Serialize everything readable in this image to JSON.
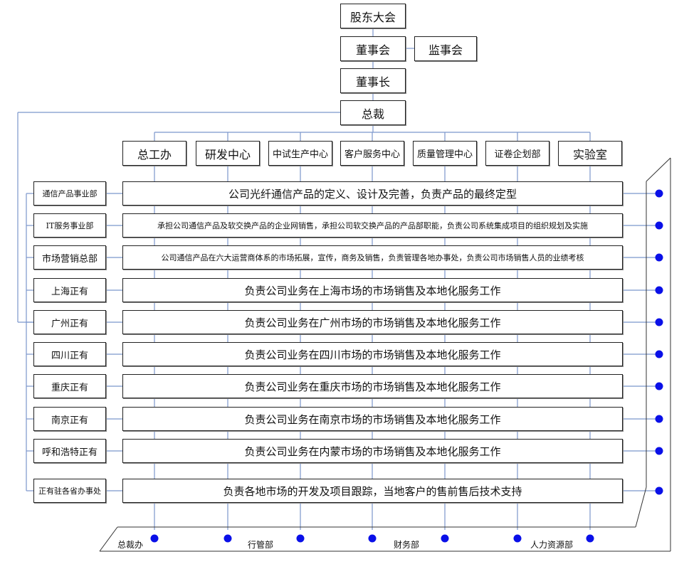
{
  "top": {
    "shareholders": "股东大会",
    "board": "董事会",
    "supervisors": "监事会",
    "chairman": "董事长",
    "president": "总裁"
  },
  "centers": [
    "总工办",
    "研发中心",
    "中试生产中心",
    "客户服务中心",
    "质量管理中心",
    "证卷企划部",
    "实验室"
  ],
  "rows": [
    {
      "unit": "通信产品事业部",
      "duty": "公司光纤通信产品的定义、设计及完善，负责产品的最终定型"
    },
    {
      "unit": "IT服务事业部",
      "duty": "承担公司通信产品及软交换产品的企业网销售，承担公司软交换产品的产品部职能，负责公司系统集成项目的组织规划及实施"
    },
    {
      "unit": "市场营销总部",
      "duty": "公司通信产品在六大运营商体系的市场拓展，宣传，商务及销售，负责管理各地办事处，负责公司市场销售人员的业绩考核"
    },
    {
      "unit": "上海正有",
      "duty": "负责公司业务在上海市场的市场销售及本地化服务工作"
    },
    {
      "unit": "广州正有",
      "duty": "负责公司业务在广州市场的市场销售及本地化服务工作"
    },
    {
      "unit": "四川正有",
      "duty": "负责公司业务在四川市场的市场销售及本地化服务工作"
    },
    {
      "unit": "重庆正有",
      "duty": "负责公司业务在重庆市场的市场销售及本地化服务工作"
    },
    {
      "unit": "南京正有",
      "duty": "负责公司业务在南京市场的市场销售及本地化服务工作"
    },
    {
      "unit": "呼和浩特正有",
      "duty": "负责公司业务在内蒙市场的市场销售及本地化服务工作"
    },
    {
      "unit": "正有驻各省办事处",
      "duty": "负责各地市场的开发及项目跟踪，当地客户的售前售后技术支持"
    }
  ],
  "support": [
    "总裁办",
    "行管部",
    "财务部",
    "人力资源部"
  ],
  "colors": {
    "line": "#7b96cc",
    "dot": "#0a10e8"
  }
}
